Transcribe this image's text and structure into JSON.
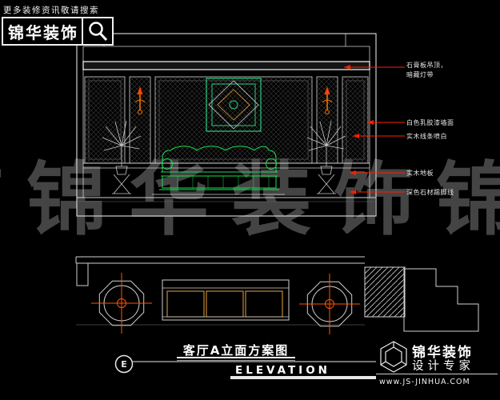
{
  "header": {
    "tagline": "更多装修资讯敬请搜索",
    "brand": "锦华装饰"
  },
  "watermark": {
    "text": "饰锦华装饰锦"
  },
  "drawing": {
    "title": "客厅A立面方案图",
    "view_label": "ELEVATION",
    "view_symbol": "E"
  },
  "annotations": [
    {
      "line1": "石膏板吊顶，",
      "line2": "暗藏灯带"
    },
    {
      "text": "白色乳胶漆墙面"
    },
    {
      "text": "实木线条喷白"
    },
    {
      "text": "实木地板"
    },
    {
      "text": "深色石材踢脚线"
    }
  ],
  "footer": {
    "brand": "锦华装饰",
    "tagline": "设计专家",
    "website": "www.JS-JINHUA.COM"
  },
  "colors": {
    "background": "#000000",
    "line": "#d0d0d0",
    "leader_red": "#ff1e00",
    "sofa_green": "#1ae055",
    "decor_green": "#2ad080",
    "accent_orange": "#ff7700",
    "plan_cross_orange": "#ff5500"
  }
}
